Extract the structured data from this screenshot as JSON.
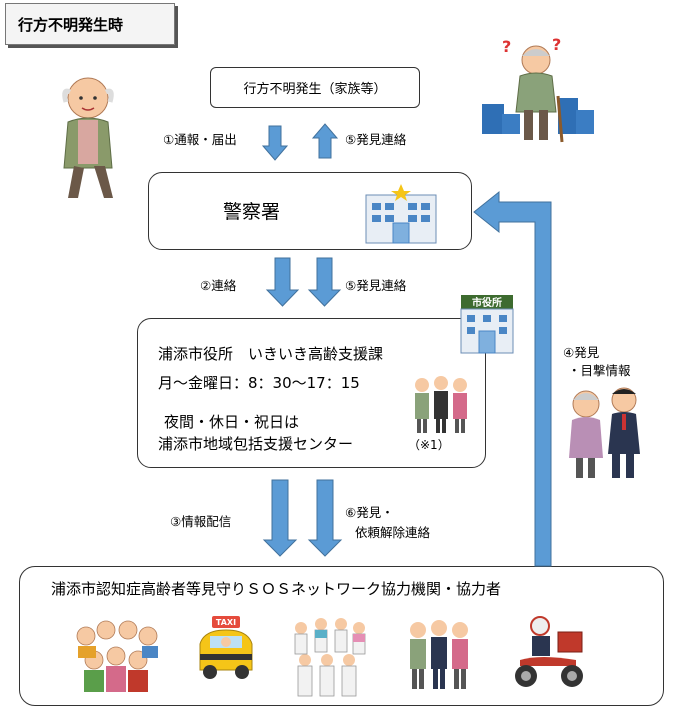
{
  "title": "行方不明発生時",
  "nodes": {
    "occurrence": "行方不明発生（家族等）",
    "police": "警察署",
    "city": {
      "line1": "浦添市役所　いきいき高齢支援課",
      "line2": "月～金曜日：8：30～17：15",
      "line3": "夜間・休日・祝日は",
      "line4": "浦添市地域包括支援センター",
      "note": "（※1）"
    },
    "network": "浦添市認知症高齢者等見守りＳＯＳネットワーク協力機関・協力者"
  },
  "steps": {
    "s1": "①通報・届出",
    "s5a": "⑤発見連絡",
    "s2": "②連絡",
    "s5b": "⑤発見連絡",
    "s3": "③情報配信",
    "s6_line1": "⑥発見・",
    "s6_line2": "依頼解除連絡",
    "s4_line1": "④発見",
    "s4_line2": "・目撃情報"
  },
  "signs": {
    "city_hall": "市役所",
    "taxi": "TAXI"
  },
  "colors": {
    "arrow": "#5b9bd5",
    "arrow_stroke": "#41719c"
  },
  "icons": [
    "elderly-man-icon",
    "confused-elderly-icon",
    "police-station-icon",
    "city-hall-icon",
    "staff-group-icon",
    "witness-icon",
    "crowd-icon",
    "taxi-icon",
    "medical-staff-icon",
    "business-people-icon",
    "delivery-scooter-icon"
  ]
}
